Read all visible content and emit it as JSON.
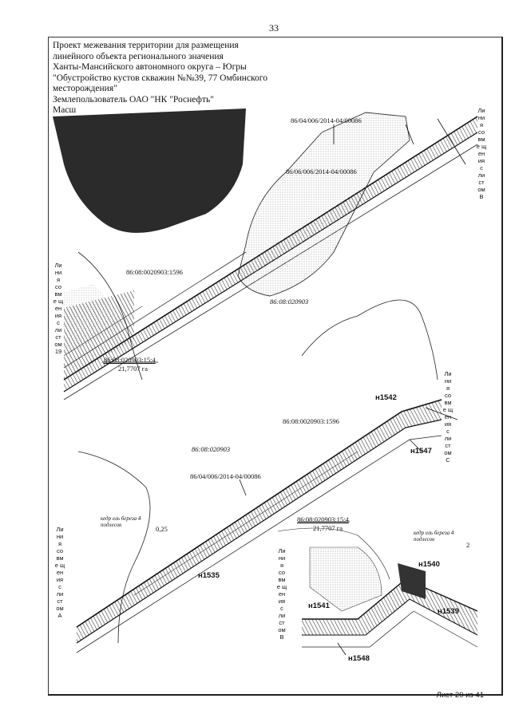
{
  "page_number": "33",
  "title_lines": [
    "Проект межевания территории для размещения",
    "линейного объекта регионального значения",
    "Ханты-Мансийского автономного округа – Югры",
    "\"Обустройство кустов скважин №№39, 77 Омбинского",
    "месторождения\"",
    "Землепользователь ОАО \"НК \"Роснефть\"",
    "Масш"
  ],
  "labels": {
    "parcel_upper": "86/04/006/2014-04/00086",
    "parcel_upper2": "86/06/006/2014-04/00086",
    "cadastre_596_a": "86:08:0020903:1596",
    "cadastre_block_a": "86:08:020903",
    "cadastre_154_a": "86:08:020903:15:4",
    "area_a": "21,7707 га",
    "cadastre_596_b": "86:08:0020903:1596",
    "cadastre_block_b": "86:08:020903",
    "parcel_lower": "86/04/006/2014-04/00086",
    "cadastre_154_b": "86:08:020903:15:4",
    "area_b": "21,7707 га",
    "n1542": "н1542",
    "n1547": "н1547",
    "n1535": "н1535",
    "n1540": "н1540",
    "n1541": "н1541",
    "n1539": "н1539",
    "n1548": "н1548"
  },
  "vertical_texts": {
    "right_top": "Ли ни я со вм е щ ен ия с ли ст ом В",
    "left_mid": "Ли ни я со вм е щ ен ия с ли ст ом 19",
    "right_mid": "Ли ни я со вм е щ ен ия с ли ст ом С",
    "left_bottom": "Ли ни я со вм е щ ен ия с ли ст ом А",
    "center_bottom": "Ли ни я со вм е щ ен ия с ли ст ом В"
  },
  "tree_notes": {
    "left": "кедр ель береза 4 подлесок",
    "left_formula": "0,25",
    "right": "кедр ель береза 4 подлесок",
    "right_formula": "2"
  },
  "sheet_footer": "Лист 20 из 41",
  "colors": {
    "line": "#1a1a1a",
    "hatch": "#555555",
    "dark": "#2a2a2a"
  }
}
